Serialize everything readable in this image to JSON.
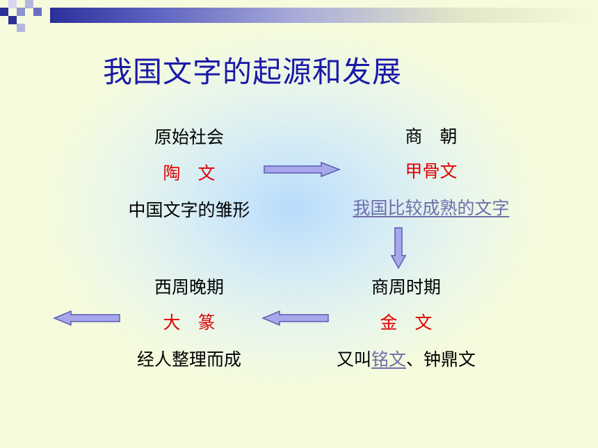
{
  "slide": {
    "title": "我国文字的起源和发展"
  },
  "stages": {
    "primitive": {
      "period": "原始社会",
      "script": "陶　文",
      "note": "中国文字的雏形"
    },
    "shang": {
      "period": "商　朝",
      "script": "甲骨文",
      "note_link": "我国比较成熟的文字"
    },
    "shang_zhou": {
      "period": "商周时期",
      "script": "金　文",
      "note_prefix": "又叫",
      "note_link": "铭文",
      "note_suffix": "、钟鼎文"
    },
    "late_western_zhou": {
      "period": "西周晚期",
      "script": "大　篆",
      "note": "经人整理而成"
    }
  },
  "colors": {
    "title": "#1a1aa8",
    "script_name": "#e00000",
    "link": "#6e6ea8",
    "arrow_fill": "#a7a7ec",
    "arrow_stroke": "#5b5bb0",
    "header_dark": "#2b2f9a"
  },
  "icons": {
    "arrows": [
      "arrow-right-icon",
      "arrow-down-icon",
      "arrow-left-icon",
      "arrow-left-icon"
    ]
  }
}
